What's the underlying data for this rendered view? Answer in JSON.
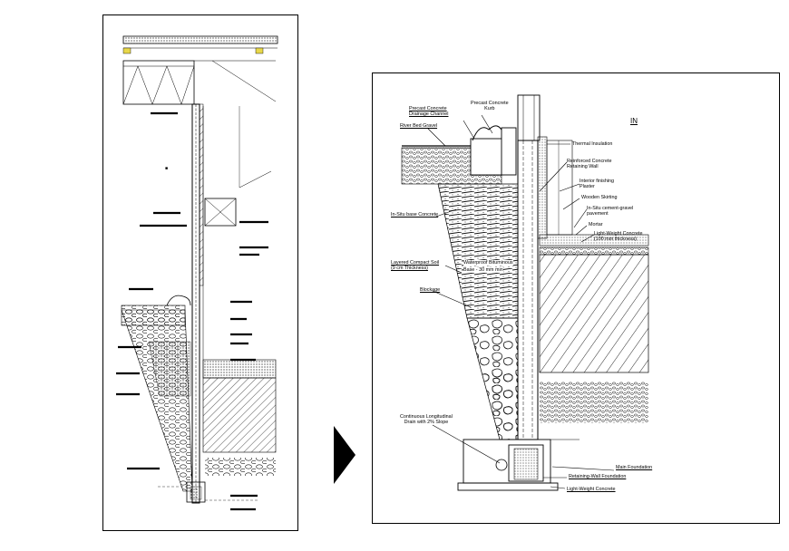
{
  "right_section": {
    "title": "IN",
    "labels": {
      "precast_kurb": "Precast Concrete\nKurb",
      "precast_channel": "Precast Concrete\nDrainage Channel",
      "river_bed_gravel": "River Bed Gravel",
      "thermal_insulation": "Thermal Insulation",
      "rc_retaining_wall": "Reinforced Concrete\nRetaining Wall",
      "interior_plaster": "Interior finishing\nPlaster",
      "wooden_skirting": "Wooden Skirting",
      "insitu_base": "In-Situ base Concrete",
      "insitu_paving": "In-Situ cement-gravel\npavement",
      "mortar": "Mortar",
      "lw_concrete_100": "Light-Weight Concrete\n(100 mm thickness)",
      "layered_soil": "Layered Compact Soil\n(9 cm Thickness)",
      "waterproof_bitumen": "Waterproof Bituminous",
      "base_30mm": "Base - 30 mm min",
      "blockage": "Blockage",
      "drain": "Continuous Longitudinal\nDrain with 2% Slope",
      "main_foundation": "Main Foundation",
      "rw_foundation": "Retaining-Wall Foundation",
      "lw_concrete": "Light-Weight Concrete"
    }
  },
  "colors": {
    "ink": "#000000",
    "paper": "#ffffff",
    "hatch": "#333333"
  }
}
